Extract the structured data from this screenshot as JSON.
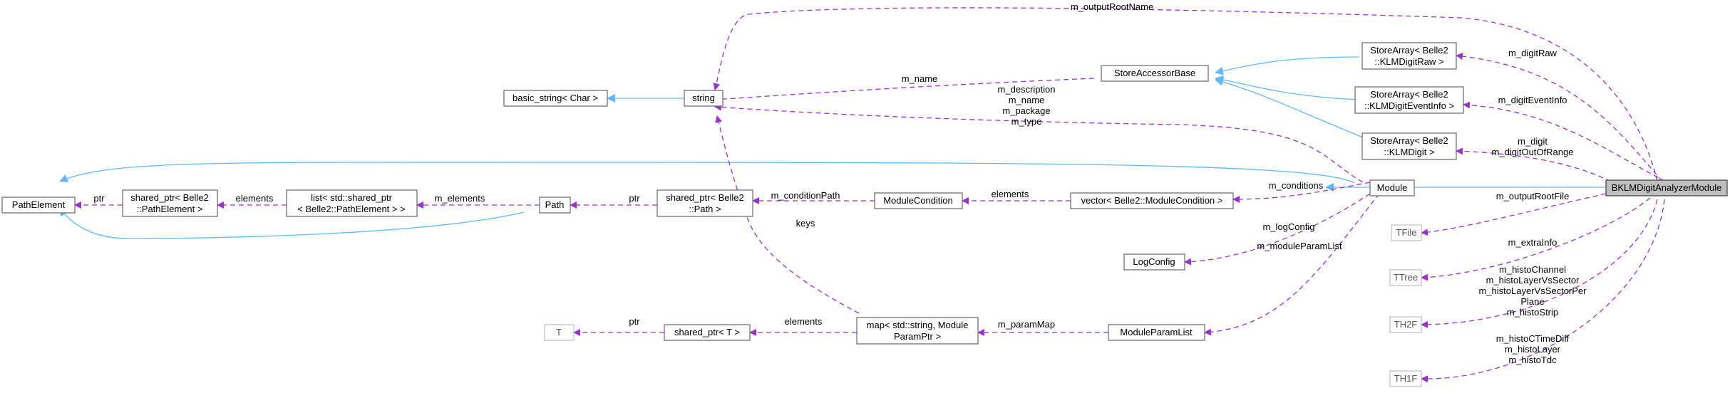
{
  "diagram": {
    "colors": {
      "usage_edge": "#9a32cd",
      "inheritance_edge": "#63b8ff",
      "focus_fill": "#bfbfbf"
    },
    "nodes": {
      "focus": "BKLMDigitAnalyzerModule",
      "module": "Module",
      "path_element": "PathElement",
      "shared_ptr_path_element": [
        "shared_ptr< Belle2",
        "::PathElement >"
      ],
      "list_path_element": [
        "list< std::shared_ptr",
        "< Belle2::PathElement > >"
      ],
      "path": "Path",
      "shared_ptr_path": [
        "shared_ptr< Belle2",
        "::Path >"
      ],
      "module_condition": "ModuleCondition",
      "vector_module_condition": "vector< Belle2::ModuleCondition >",
      "basic_string": "basic_string< Char >",
      "string": "string",
      "store_accessor_base": "StoreAccessorBase",
      "store_array_digit_raw": [
        "StoreArray< Belle2",
        "::KLMDigitRaw >"
      ],
      "store_array_digit_event_info": [
        "StoreArray< Belle2",
        "::KLMDigitEventInfo >"
      ],
      "store_array_digit": [
        "StoreArray< Belle2",
        "::KLMDigit >"
      ],
      "log_config": "LogConfig",
      "module_param_list": "ModuleParamList",
      "map_module_param": [
        "map< std::string, Module",
        "ParamPtr >"
      ],
      "shared_ptr_t": "shared_ptr< T >",
      "t": "T",
      "tfile": "TFile",
      "ttree": "TTree",
      "th2f": "TH2F",
      "th1f": "TH1F"
    },
    "edge_labels": {
      "output_root_name": "m_outputRootName",
      "digit_raw": "m_digitRaw",
      "digit_event_info": "m_digitEventInfo",
      "digit": [
        "m_digit",
        "m_digitOutOfRange"
      ],
      "output_root_file": "m_outputRootFile",
      "extra_info": "m_extraInfo",
      "th2f_members": [
        "m_histoChannel",
        "m_histoLayerVsSector",
        "m_histoLayerVsSectorPer",
        "Plane",
        "m_histoStrip"
      ],
      "th1f_members": [
        "m_histoCTimeDiff",
        "m_histoLayer",
        "m_histoTdc"
      ],
      "module_strings": [
        "m_description",
        "m_name",
        "m_package",
        "m_type"
      ],
      "store_name": "m_name",
      "conditions": "m_conditions",
      "log_config": "m_logConfig",
      "module_param_list": "m_moduleParamList",
      "condition_path": "m_conditionPath",
      "vector_elements": "elements",
      "path_ptr": "ptr",
      "path_elements_member": "m_elements",
      "list_elements": "elements",
      "path_element_ptr": "ptr",
      "keys": "keys",
      "param_map": "m_paramMap",
      "map_elements": "elements",
      "t_ptr": "ptr"
    }
  }
}
